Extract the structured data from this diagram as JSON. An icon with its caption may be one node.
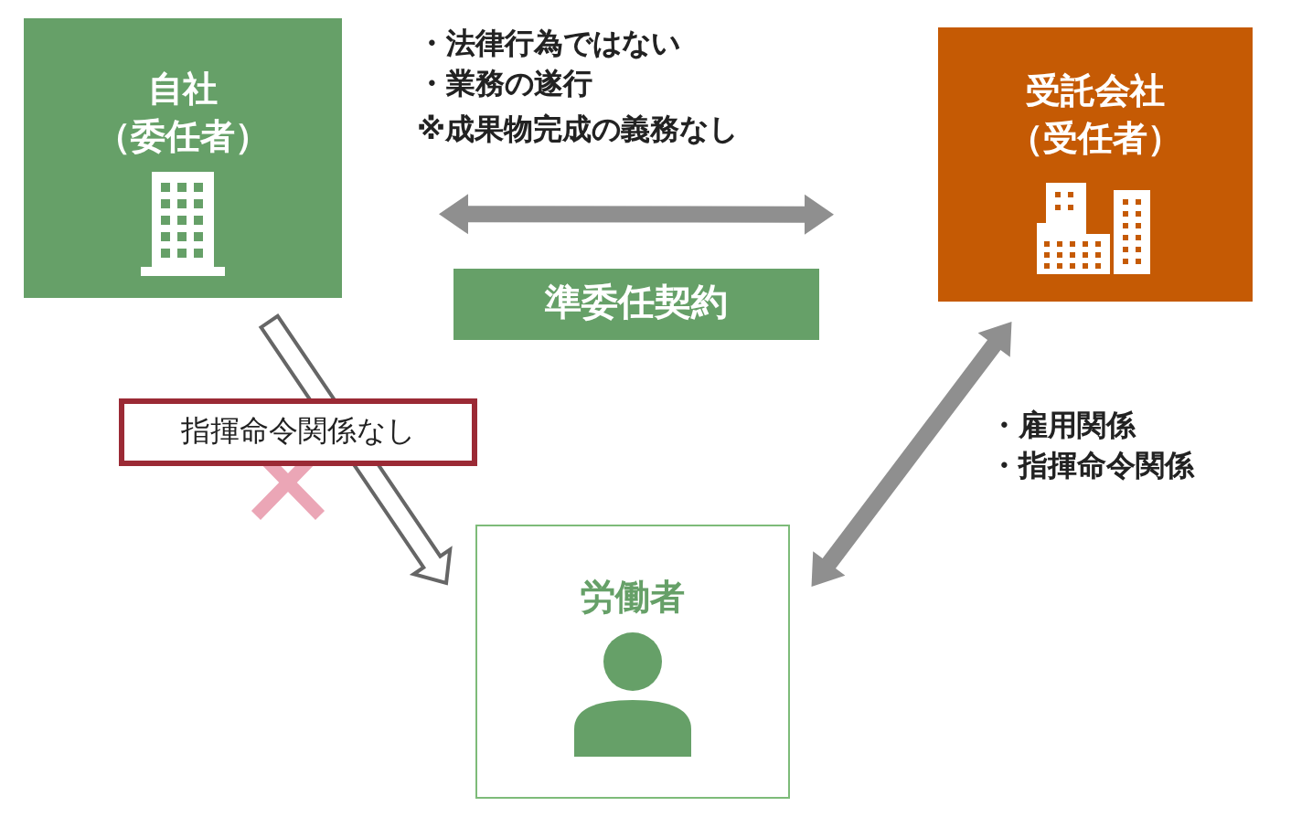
{
  "diagram": {
    "nodes": [
      {
        "text": [
          "自社",
          "（委任者）"
        ]
      },
      {
        "text": [
          "受託会社",
          "（受任者）"
        ]
      },
      {
        "text": [
          "労働者"
        ]
      },
      {
        "text": [
          "準委任契約"
        ]
      },
      {
        "text": [
          "指揮命令関係なし"
        ]
      }
    ],
    "edges": [
      {
        "from": 0,
        "to": 1,
        "arrow": "both",
        "style": "thick"
      },
      {
        "from": 0,
        "to": 2,
        "arrow": "to"
      },
      {
        "from": 1,
        "to": 2,
        "arrow": "both",
        "style": "thick"
      }
    ],
    "labels": [
      "・法律行為ではない",
      "・業務の遂行",
      "※成果物完成の義務なし",
      "・雇用関係",
      "・指揮命令関係"
    ]
  }
}
